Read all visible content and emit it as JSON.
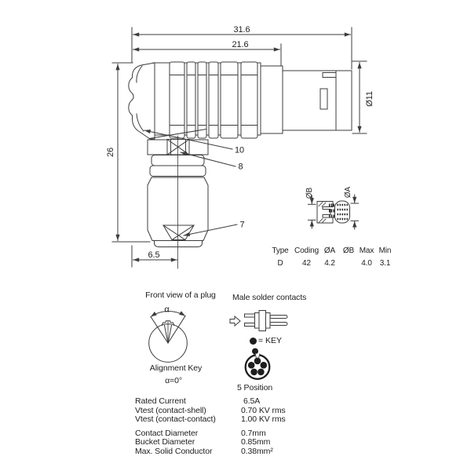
{
  "colors": {
    "background": "#ffffff",
    "line": "#3c3c3c",
    "text": "#1e1e1e"
  },
  "drawing": {
    "dim_total": "31.6",
    "dim_body": "21.6",
    "dim_height": "26",
    "dim_diameter": "Ø11",
    "dim_offset": "6.5",
    "callout_10": "10",
    "callout_8": "8",
    "callout_7": "7",
    "detail_dia_b": "ØB",
    "detail_dia_a": "ØA"
  },
  "coding_table": {
    "headers": [
      "Type",
      "Coding",
      "ØA",
      "ØB",
      "Max",
      "Min"
    ],
    "row": [
      "D",
      "42",
      "4.2",
      "",
      "4.0",
      "3.1"
    ]
  },
  "front_view": {
    "title": "Front view of a plug",
    "angle_symbol": "α",
    "caption": "Alignment Key",
    "angle_value": "α=0°"
  },
  "solder_contacts": {
    "title": "Male solder contacts",
    "key_legend": "= KEY",
    "positions": "5 Position"
  },
  "specs": {
    "rows": [
      {
        "label": "Rated Current",
        "value": "6.5A"
      },
      {
        "label": "Vtest (contact-shell)",
        "value": "0.70 KV rms"
      },
      {
        "label": "Vtest (contact-contact)",
        "value": "1.00 KV rms"
      },
      {
        "label": "Contact Diameter",
        "value": "0.7mm"
      },
      {
        "label": "Bucket Diameter",
        "value": "0.85mm"
      },
      {
        "label": "Max. Solid Conductor",
        "value": "0.38mm²"
      }
    ]
  }
}
